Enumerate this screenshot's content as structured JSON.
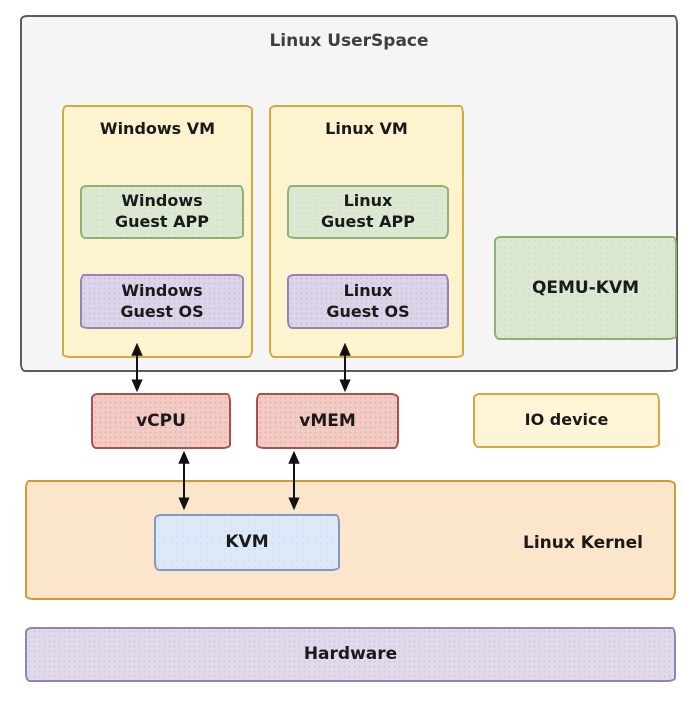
{
  "userspace": {
    "title": "Linux UserSpace"
  },
  "boxes": {
    "windows_vm": {
      "title": "Windows VM",
      "guest_app": "Windows\nGuest APP",
      "guest_os": "Windows\nGuest OS"
    },
    "linux_vm": {
      "title": "Linux VM",
      "guest_app": "Linux\nGuest APP",
      "guest_os": "Linux\nGuest OS"
    },
    "qemu_kvm": {
      "label": "QEMU-KVM"
    },
    "vcpu": {
      "label": "vCPU"
    },
    "vmem": {
      "label": "vMEM"
    },
    "io_device": {
      "label": "IO device"
    },
    "linux_kernel": {
      "label": "Linux Kernel"
    },
    "kvm": {
      "label": "KVM"
    },
    "hardware": {
      "label": "Hardware"
    }
  },
  "arrows": [
    {
      "from": "Windows VM",
      "to": "vCPU",
      "bidirectional": true
    },
    {
      "from": "Linux VM",
      "to": "vMEM",
      "bidirectional": true
    },
    {
      "from": "vCPU",
      "to": "KVM",
      "bidirectional": true
    },
    {
      "from": "vMEM",
      "to": "KVM",
      "bidirectional": true
    }
  ],
  "colors": {
    "userspace_fill": "#f5f5f5",
    "userspace_border": "#5b5b5b",
    "yellow_fill": "#fdf3ce",
    "yellow_border": "#d4aa3f",
    "green_fill": "#dce8d2",
    "green_border": "#8db274",
    "purple_fill": "#ded4ea",
    "purple_border": "#9484b4",
    "red_fill": "#f2cbc4",
    "red_border": "#a8504b",
    "blue_fill": "#dde9f8",
    "blue_border": "#8099c4",
    "orange_fill": "#fbe5cb",
    "orange_border": "#d09a36",
    "lavender_fill": "#e1daec",
    "lavender_border": "#9184ae",
    "arrow": "#111111",
    "title_text": "#3f3f3f",
    "label_text": "#1a1a1a"
  }
}
